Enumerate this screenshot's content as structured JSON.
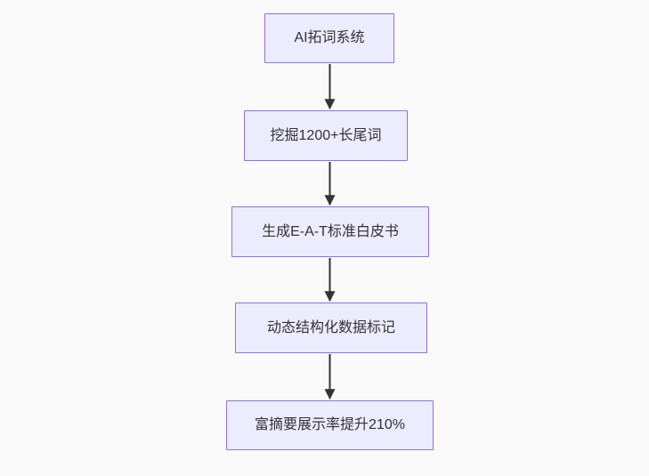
{
  "colors": {
    "canvas_bg": "#fafafa",
    "node_fill": "#ECECFF",
    "node_border": "#9370DB",
    "edge_color": "#333333",
    "text_color": "#333333"
  },
  "flowchart": {
    "type": "flowchart-top-down",
    "nodes": [
      {
        "id": "step1",
        "label": "AI拓词系统"
      },
      {
        "id": "step2",
        "label": "挖掘1200+长尾词"
      },
      {
        "id": "step3",
        "label": "生成E-A-T标准白皮书"
      },
      {
        "id": "step4",
        "label": "动态结构化数据标记"
      },
      {
        "id": "step5",
        "label": "富摘要展示率提升210%"
      }
    ],
    "edges": [
      {
        "from": "step1",
        "to": "step2"
      },
      {
        "from": "step2",
        "to": "step3"
      },
      {
        "from": "step3",
        "to": "step4"
      },
      {
        "from": "step4",
        "to": "step5"
      }
    ]
  }
}
